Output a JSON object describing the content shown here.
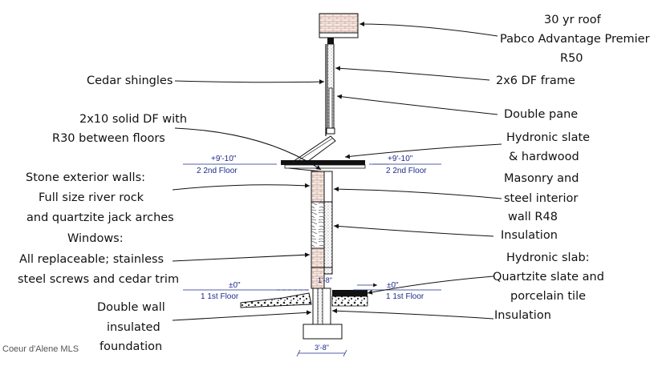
{
  "labels_left": [
    "Cedar shingles",
    "2x10 solid DF with",
    "R30 between floors",
    "Stone exterior walls:",
    "Full size river rock",
    "and quartzite jack arches",
    "Windows:",
    "All replaceable; stainless",
    "steel screws and cedar trim",
    "Double wall",
    "insulated",
    "foundation"
  ],
  "labels_right": [
    "30 yr roof",
    "Pabco Advantage Premier",
    "R50",
    "2x6 DF frame",
    "Double pane",
    "Hydronic slate",
    "& hardwood",
    "Masonry and",
    "steel  interior",
    "wall R48",
    "Insulation",
    "Hydronic slab:",
    "Quartzite slate and",
    "porcelain tile",
    "Insulation"
  ],
  "levels": {
    "second_elev": "+9'-10\"",
    "second_name": "2 2nd Floor",
    "first_elev": "±0\"",
    "first_name": "1 1st Floor"
  },
  "dimensions": {
    "wall_width": "1'-8\"",
    "footing_width": "3'-8\""
  },
  "watermark": "Coeur d'Alene MLS",
  "colors": {
    "ink": "#111111",
    "level_blue": "#1d2a8c",
    "brick": "#c89a8a"
  }
}
